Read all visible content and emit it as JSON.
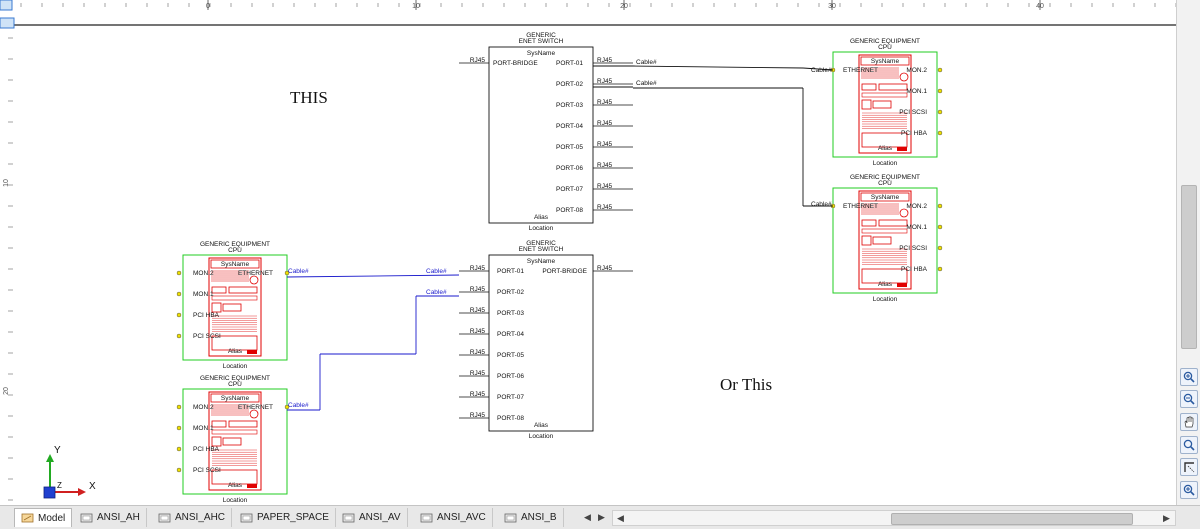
{
  "annotations": {
    "this": "THIS",
    "or_this": "Or This"
  },
  "ruler": {
    "top_ticks": [
      "0",
      "10",
      "20",
      "30",
      "40"
    ],
    "left_ticks": [
      "10",
      "20"
    ]
  },
  "switch": {
    "title1": "GENERIC",
    "title2": "ENET SWITCH",
    "sysname": "SysName",
    "bridge": "PORT-BRIDGE",
    "ports": [
      "PORT-01",
      "PORT-02",
      "PORT-03",
      "PORT-04",
      "PORT-05",
      "PORT-06",
      "PORT-07",
      "PORT-08"
    ],
    "alias": "Alias",
    "location": "Location",
    "conn": "RJ45"
  },
  "cpu": {
    "title1": "GENERIC EQUIPMENT",
    "title2": "CPU",
    "sysname": "SysName",
    "ethernet": "ETHERNET",
    "mon2": "MON.2",
    "mon1": "MON.1",
    "pci_scsi": "PCI SCSI",
    "pci_hba": "PCI HBA",
    "alias": "Alias",
    "location": "Location"
  },
  "cable": "Cable#",
  "ucs": {
    "x": "X",
    "y": "Y",
    "z": "Z"
  },
  "tabs": [
    {
      "label": "Model",
      "active": true
    },
    {
      "label": "ANSI_AH"
    },
    {
      "label": "ANSI_AHC"
    },
    {
      "label": "PAPER_SPACE"
    },
    {
      "label": "ANSI_AV"
    },
    {
      "label": "ANSI_AVC"
    },
    {
      "label": "ANSI_B"
    }
  ],
  "nav_tools": [
    "zoom-realtime-icon",
    "zoom-out-icon",
    "pan-hand-icon",
    "zoom-window-icon",
    "zoom-extents-icon",
    "zoom-in-icon"
  ],
  "colors": {
    "wire_black": "#111111",
    "wire_blue": "#1a1acc",
    "equipment_red": "#e00000",
    "frame_green": "#22cc22",
    "pin_yellow": "#f0e000"
  }
}
